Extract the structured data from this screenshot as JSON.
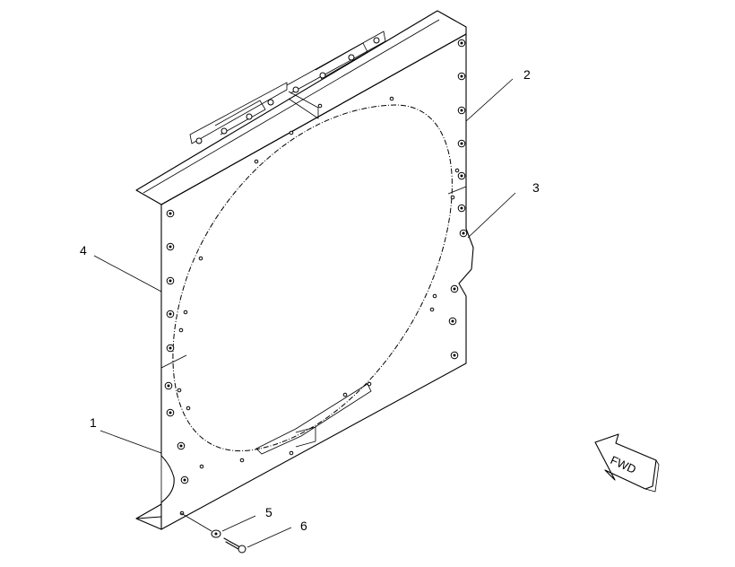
{
  "callouts": [
    "1",
    "2",
    "3",
    "4",
    "5",
    "6"
  ],
  "direction_label": "FWD"
}
